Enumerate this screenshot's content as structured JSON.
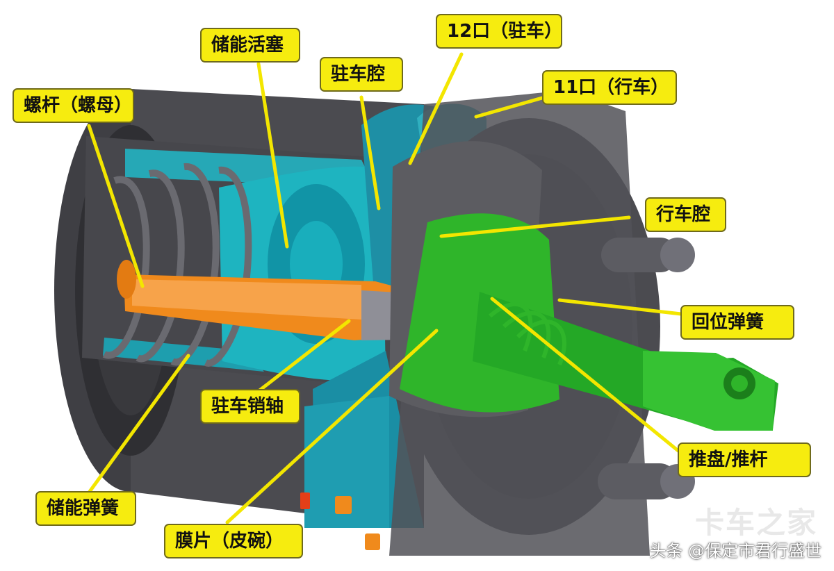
{
  "labels": {
    "screw": "螺杆（螺母）",
    "storage_piston": "储能活塞",
    "parking_chamber": "驻车腔",
    "port12": "12口（驻车）",
    "port11": "11口（行车）",
    "service_chamber": "行车腔",
    "return_spring": "回位弹簧",
    "push_plate": "推盘/推杆",
    "parking_pin": "驻车销轴",
    "storage_spring": "储能弹簧",
    "diaphragm": "膜片（皮碗）"
  },
  "watermark": {
    "text": "头条 @保定市君行盛世",
    "logo": "卡车之家"
  },
  "colors": {
    "callout_fill": "#f6ec0f",
    "leader_line": "#f3e600",
    "housing": "#4a4a4e",
    "teal": "#22a7b8",
    "green": "#2fb52a",
    "orange": "#f08a1c"
  }
}
